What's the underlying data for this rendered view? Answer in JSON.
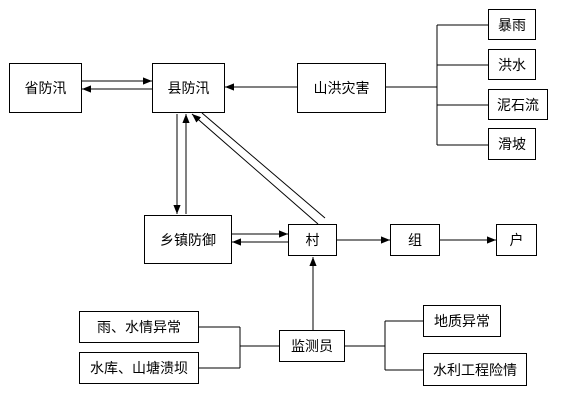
{
  "nodes": {
    "province": "省防汛",
    "county": "县防汛",
    "mountain_flood": "山洪灾害",
    "rainstorm": "暴雨",
    "flood": "洪水",
    "mudslide": "泥石流",
    "landslide": "滑坡",
    "township": "乡镇防御",
    "village": "村",
    "group": "组",
    "household": "户",
    "rain_water": "雨、水情异常",
    "reservoir": "水库、山塘溃坝",
    "monitor": "监测员",
    "geology": "地质异常",
    "water_works": "水利工程险情"
  }
}
